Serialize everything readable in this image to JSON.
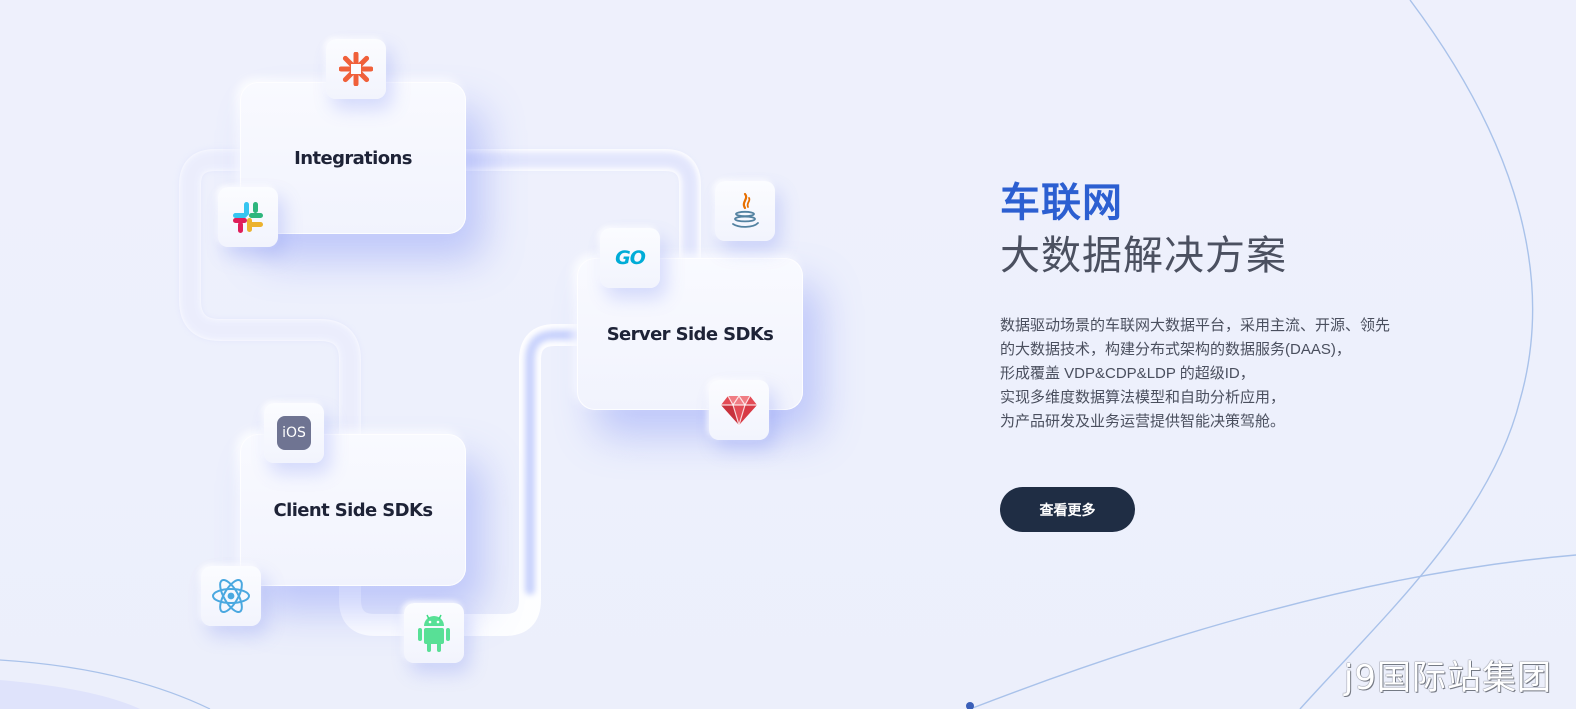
{
  "cards": {
    "integrations": "Integrations",
    "server": "Server Side SDKs",
    "client": "Client Side SDKs"
  },
  "chips": {
    "zapier": "zapier-icon",
    "slack": "slack-icon",
    "java": "java-icon",
    "go": "GO",
    "ruby": "ruby-icon",
    "ios": "iOS",
    "react": "react-icon",
    "android": "android-icon"
  },
  "hero": {
    "title_accent": "车联网",
    "title_main": "大数据解决方案",
    "description": [
      "数据驱动场景的车联网大数据平台，采用主流、开源、领先",
      "的大数据技术，构建分布式架构的数据服务(DAAS)，",
      "形成覆盖 VDP&CDP&LDP 的超级ID，",
      "实现多维度数据算法模型和自助分析应用，",
      "为产品研发及业务运营提供智能决策驾舱。"
    ],
    "cta_label": "查看更多"
  },
  "watermark": "j9国际站集团",
  "colors": {
    "accent": "#2c5fd1",
    "button": "#1f2d44",
    "background": "#eef0fc"
  }
}
